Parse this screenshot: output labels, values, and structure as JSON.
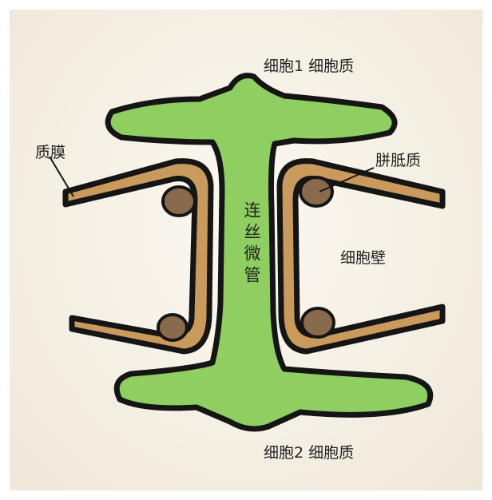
{
  "labels": {
    "cell1_cytoplasm": "细胞1 细胞质",
    "cell2_cytoplasm": "细胞2 细胞质",
    "plasma_membrane": "质膜",
    "callose": "胼胝质",
    "cell_wall": "细胞壁",
    "desmotubule": "连丝微管"
  },
  "colors": {
    "cytoplasm": "#8fcf61",
    "cell_wall": "#c99a5c",
    "callose": "#8a6a4c",
    "outline": "#151515",
    "background": "#f4efe3"
  }
}
